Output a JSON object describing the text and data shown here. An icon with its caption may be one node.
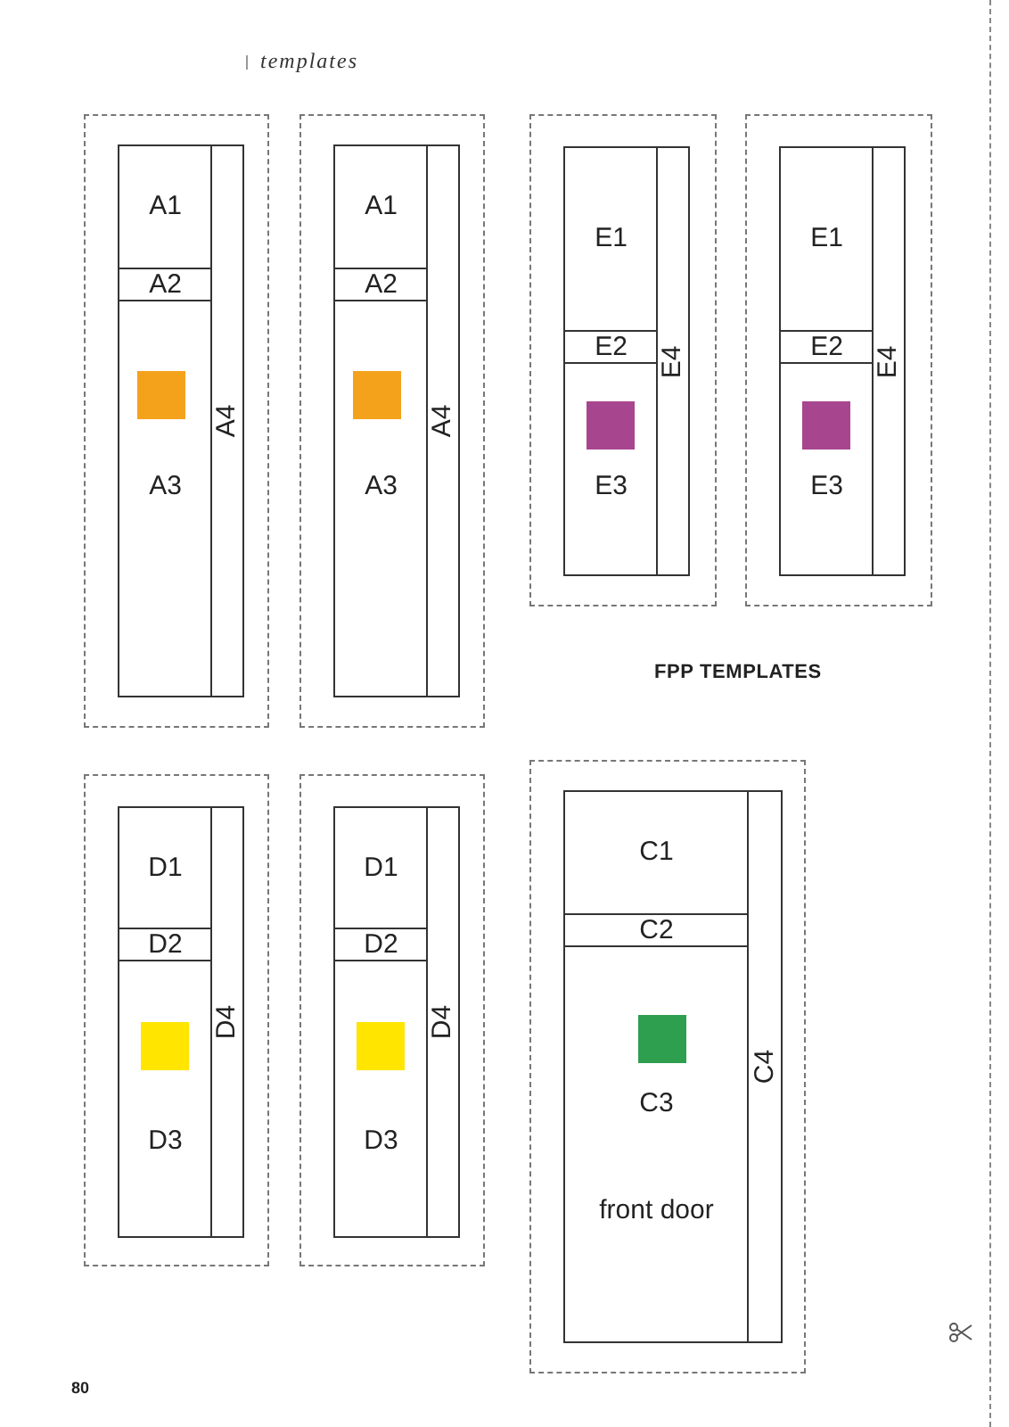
{
  "diagram": {
    "nodes": [
      {
        "text": [],
        "shape": "box"
      },
      {
        "text": [
          "A1"
        ],
        "in": 0
      },
      {
        "text": [
          "A2"
        ],
        "in": 0
      },
      {
        "text": [
          "A3"
        ],
        "in": 0
      },
      {
        "text": [
          "A4"
        ],
        "in": 0
      },
      {
        "text": [],
        "shape": "box"
      },
      {
        "text": [
          "A1"
        ],
        "in": 5
      },
      {
        "text": [
          "A2"
        ],
        "in": 5
      },
      {
        "text": [
          "A3"
        ],
        "in": 5
      },
      {
        "text": [
          "A4"
        ],
        "in": 5
      },
      {
        "text": [],
        "shape": "box"
      },
      {
        "text": [
          "E1"
        ],
        "in": 10
      },
      {
        "text": [
          "E2"
        ],
        "in": 10
      },
      {
        "text": [
          "E3"
        ],
        "in": 10
      },
      {
        "text": [
          "E4"
        ],
        "in": 10
      },
      {
        "text": [],
        "shape": "box"
      },
      {
        "text": [
          "E1"
        ],
        "in": 15
      },
      {
        "text": [
          "E2"
        ],
        "in": 15
      },
      {
        "text": [
          "E3"
        ],
        "in": 15
      },
      {
        "text": [
          "E4"
        ],
        "in": 15
      },
      {
        "text": [],
        "shape": "box"
      },
      {
        "text": [
          "D1"
        ],
        "in": 20
      },
      {
        "text": [
          "D2"
        ],
        "in": 20
      },
      {
        "text": [
          "D3"
        ],
        "in": 20
      },
      {
        "text": [
          "D4"
        ],
        "in": 20
      },
      {
        "text": [],
        "shape": "box"
      },
      {
        "text": [
          "D1"
        ],
        "in": 25
      },
      {
        "text": [
          "D2"
        ],
        "in": 25
      },
      {
        "text": [
          "D3"
        ],
        "in": 25
      },
      {
        "text": [
          "D4"
        ],
        "in": 25
      },
      {
        "text": [],
        "shape": "box"
      },
      {
        "text": [
          "C1"
        ],
        "in": 30
      },
      {
        "text": [
          "C2"
        ],
        "in": 30
      },
      {
        "text": [
          "C3",
          "front door"
        ],
        "in": 30
      },
      {
        "text": [
          "C4"
        ],
        "in": 30
      }
    ],
    "labels": [
      "templates",
      "FPP TEMPLATES",
      "80"
    ]
  }
}
